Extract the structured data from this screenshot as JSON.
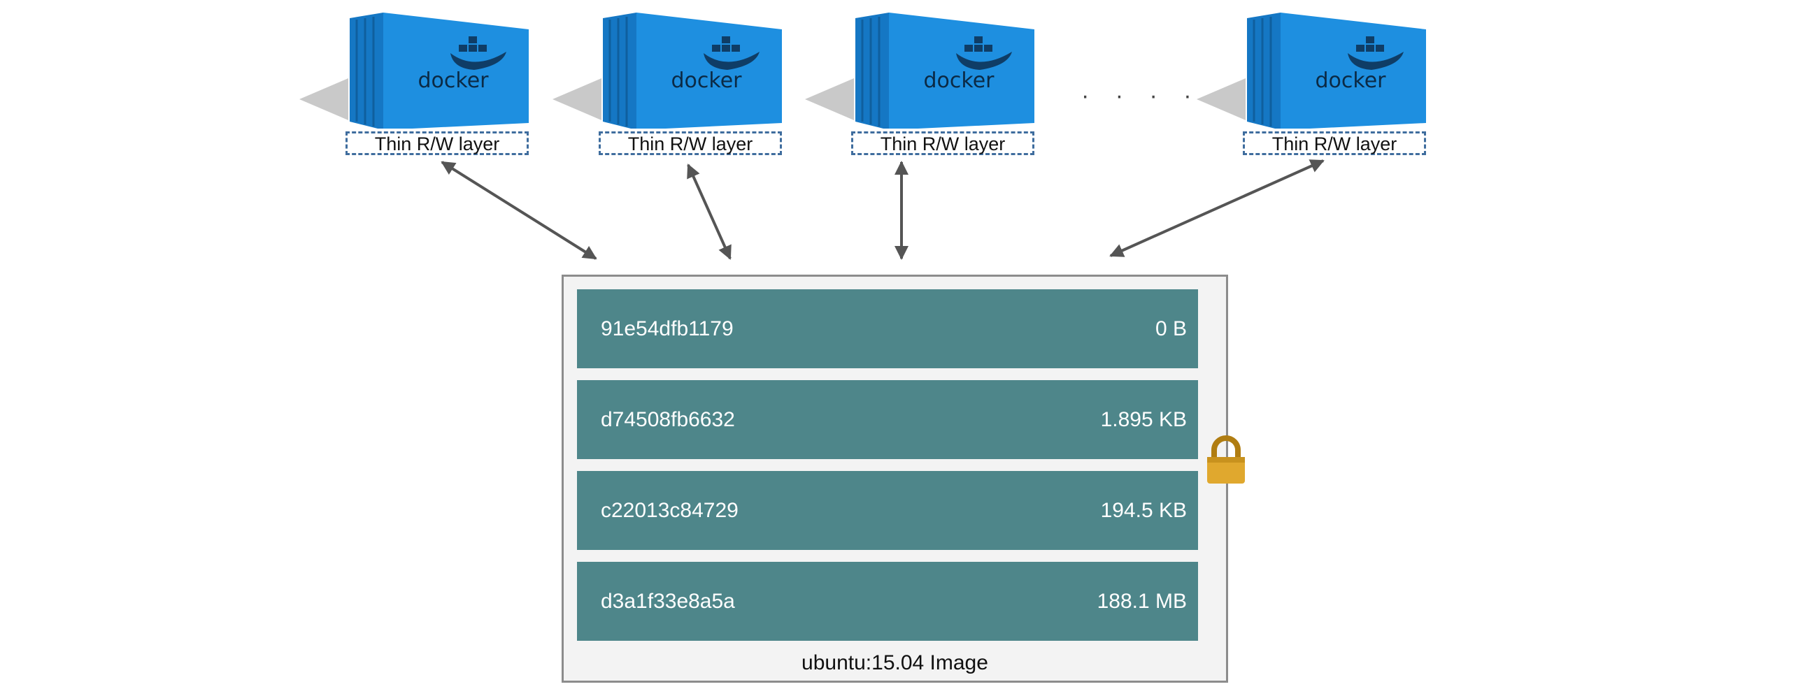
{
  "containers": [
    {
      "docker_label": "docker",
      "layer_label": "Thin R/W layer"
    },
    {
      "docker_label": "docker",
      "layer_label": "Thin R/W layer"
    },
    {
      "docker_label": "docker",
      "layer_label": "Thin R/W layer"
    },
    {
      "docker_label": "docker",
      "layer_label": "Thin R/W layer"
    }
  ],
  "ellipsis": "· · · · · ·",
  "image": {
    "caption": "ubuntu:15.04 Image",
    "layers": [
      {
        "id": "91e54dfb1179",
        "size": "0 B"
      },
      {
        "id": "d74508fb6632",
        "size": "1.895 KB"
      },
      {
        "id": "c22013c84729",
        "size": "194.5 KB"
      },
      {
        "id": "d3a1f33e8a5a",
        "size": "188.1 MB"
      }
    ]
  },
  "colors": {
    "container_blue": "#1e8fe0",
    "layer_teal": "#4e868a",
    "lock_gold": "#e0a82e",
    "dashed_border": "#3f6d9e"
  }
}
